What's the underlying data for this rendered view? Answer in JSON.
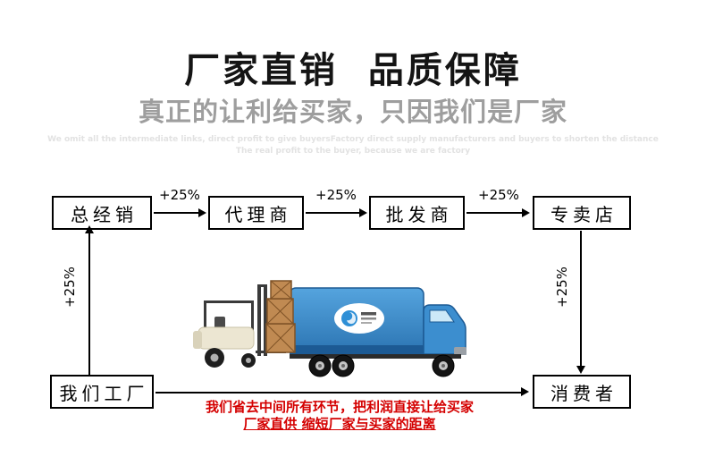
{
  "header": {
    "title": "厂家直销  品质保障",
    "subtitle": "真正的让利给买家，只因我们是厂家",
    "watermark_line1": "We omit all the intermediate links, direct profit to give buyersFactory direct supply manufacturers and buyers to shorten the distance",
    "watermark_line2": "The real profit to the buyer, because we are factory"
  },
  "flow": {
    "increment_label": "+25%",
    "top_nodes": [
      {
        "label": "总经销"
      },
      {
        "label": "代理商"
      },
      {
        "label": "批发商"
      },
      {
        "label": "专卖店"
      }
    ],
    "factory_label": "我们工厂",
    "consumer_label": "消费者"
  },
  "footer": {
    "line1": "我们省去中间所有环节，把利润直接让给买家",
    "line2": "厂家直供 缩短厂家与买家的距离"
  },
  "colors": {
    "accent_red": "#d40000",
    "truck_blue": "#3a8fd1",
    "box_border": "#000000"
  }
}
